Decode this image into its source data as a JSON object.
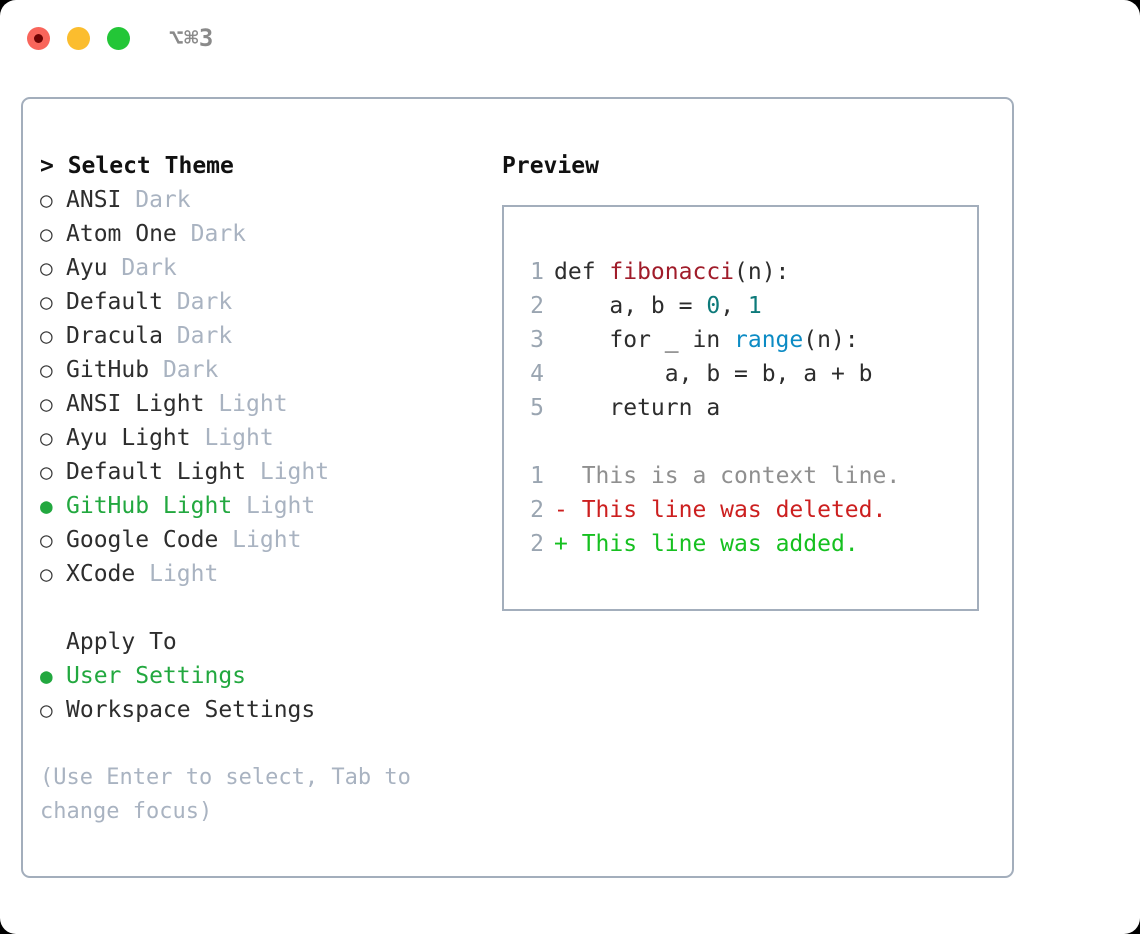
{
  "titlebar": {
    "shortcut": "⌥⌘3",
    "buttons": [
      {
        "name": "close",
        "color": "#f9655b"
      },
      {
        "name": "minimize",
        "color": "#fbbd2e"
      },
      {
        "name": "zoom",
        "color": "#23c637"
      }
    ]
  },
  "theme_panel": {
    "heading": "> Select Theme",
    "bullet_selected": "●",
    "bullet_unselected": "○",
    "options": [
      {
        "label": "ANSI",
        "tag": "Dark",
        "selected": false
      },
      {
        "label": "Atom One",
        "tag": "Dark",
        "selected": false
      },
      {
        "label": "Ayu",
        "tag": "Dark",
        "selected": false
      },
      {
        "label": "Default",
        "tag": "Dark",
        "selected": false
      },
      {
        "label": "Dracula",
        "tag": "Dark",
        "selected": false
      },
      {
        "label": "GitHub",
        "tag": "Dark",
        "selected": false
      },
      {
        "label": "ANSI Light",
        "tag": "Light",
        "selected": false
      },
      {
        "label": "Ayu Light",
        "tag": "Light",
        "selected": false
      },
      {
        "label": "Default Light",
        "tag": "Light",
        "selected": false
      },
      {
        "label": "GitHub Light",
        "tag": "Light",
        "selected": true
      },
      {
        "label": "Google Code",
        "tag": "Light",
        "selected": false
      },
      {
        "label": "XCode",
        "tag": "Light",
        "selected": false
      }
    ]
  },
  "apply_to": {
    "heading": "Apply To",
    "options": [
      {
        "label": "User Settings",
        "selected": true
      },
      {
        "label": "Workspace Settings",
        "selected": false
      }
    ]
  },
  "hint": "(Use Enter to select, Tab to change focus)",
  "preview": {
    "heading": "Preview",
    "code_lines": [
      {
        "num": "1",
        "tokens": [
          {
            "t": "def ",
            "k": "plain"
          },
          {
            "t": "fibonacci",
            "k": "fn"
          },
          {
            "t": "(n):",
            "k": "plain"
          }
        ]
      },
      {
        "num": "2",
        "tokens": [
          {
            "t": "    a, b = ",
            "k": "plain"
          },
          {
            "t": "0",
            "k": "num"
          },
          {
            "t": ", ",
            "k": "plain"
          },
          {
            "t": "1",
            "k": "num"
          }
        ]
      },
      {
        "num": "3",
        "tokens": [
          {
            "t": "    for _ in ",
            "k": "plain"
          },
          {
            "t": "range",
            "k": "builtin"
          },
          {
            "t": "(n):",
            "k": "plain"
          }
        ]
      },
      {
        "num": "4",
        "tokens": [
          {
            "t": "        a, b = b, a + b",
            "k": "plain"
          }
        ]
      },
      {
        "num": "5",
        "tokens": [
          {
            "t": "    return a",
            "k": "plain"
          }
        ]
      }
    ],
    "diff_lines": [
      {
        "num": "1",
        "marker": " ",
        "text": " This is a context line.",
        "kind": "context"
      },
      {
        "num": "2",
        "marker": "-",
        "text": " This line was deleted.",
        "kind": "deleted"
      },
      {
        "num": "2",
        "marker": "+",
        "text": " This line was added.",
        "kind": "added"
      }
    ]
  },
  "colors": {
    "accent_green": "#22a83f",
    "muted_tag": "#a9b3c1",
    "border": "#a3aebc",
    "diff_added": "#16c020",
    "diff_deleted": "#cc1f1f",
    "token_function": "#a01c2a",
    "token_number": "#0d7a7a",
    "token_builtin": "#0c8bc4"
  }
}
